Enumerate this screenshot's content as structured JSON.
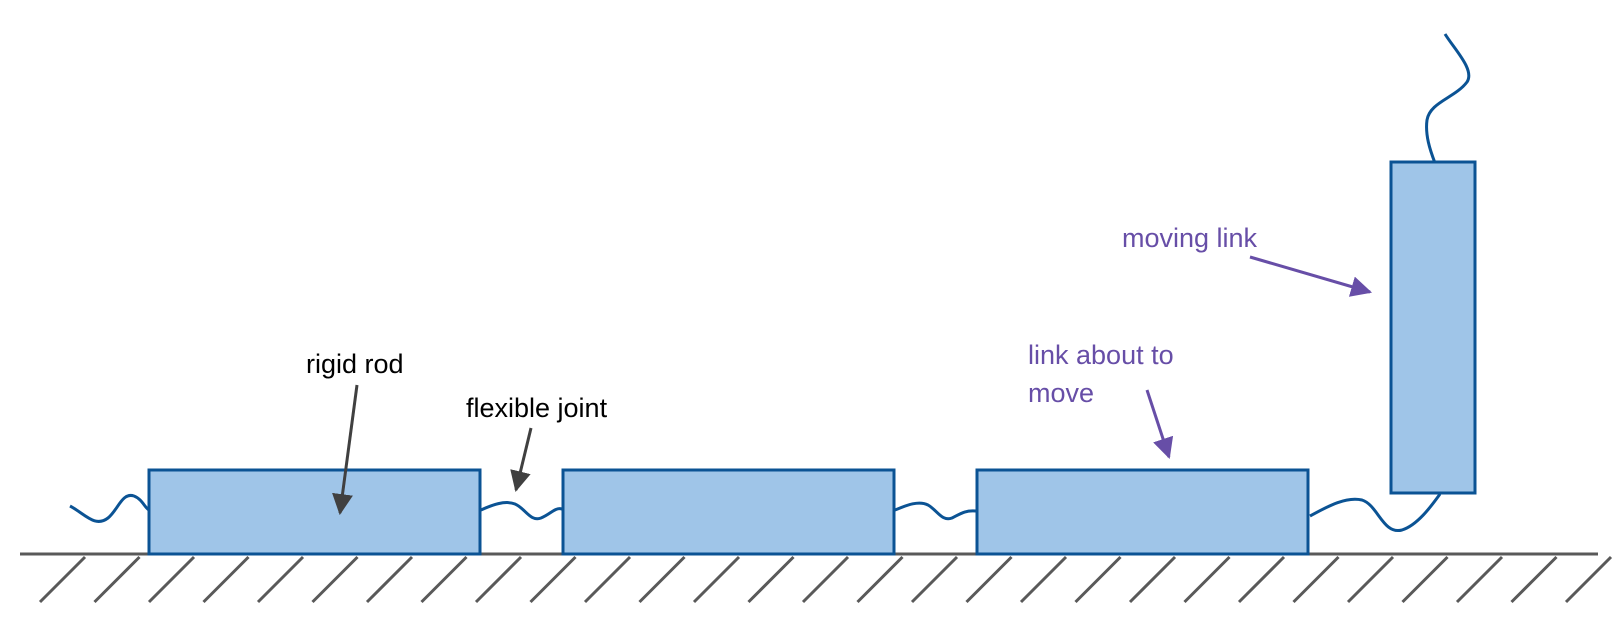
{
  "colors": {
    "link_fill": "#9fc5e8",
    "link_stroke": "#0b5394",
    "ground": "#595959",
    "arrow_dark": "#404040",
    "annotation_purple": "#674ea7",
    "text_black": "#000000"
  },
  "labels": {
    "rigid_rod": "rigid rod",
    "flexible_joint": "flexible joint",
    "link_about_to_move_line1": "link about to",
    "link_about_to_move_line2": "move",
    "moving_link": "moving link"
  }
}
